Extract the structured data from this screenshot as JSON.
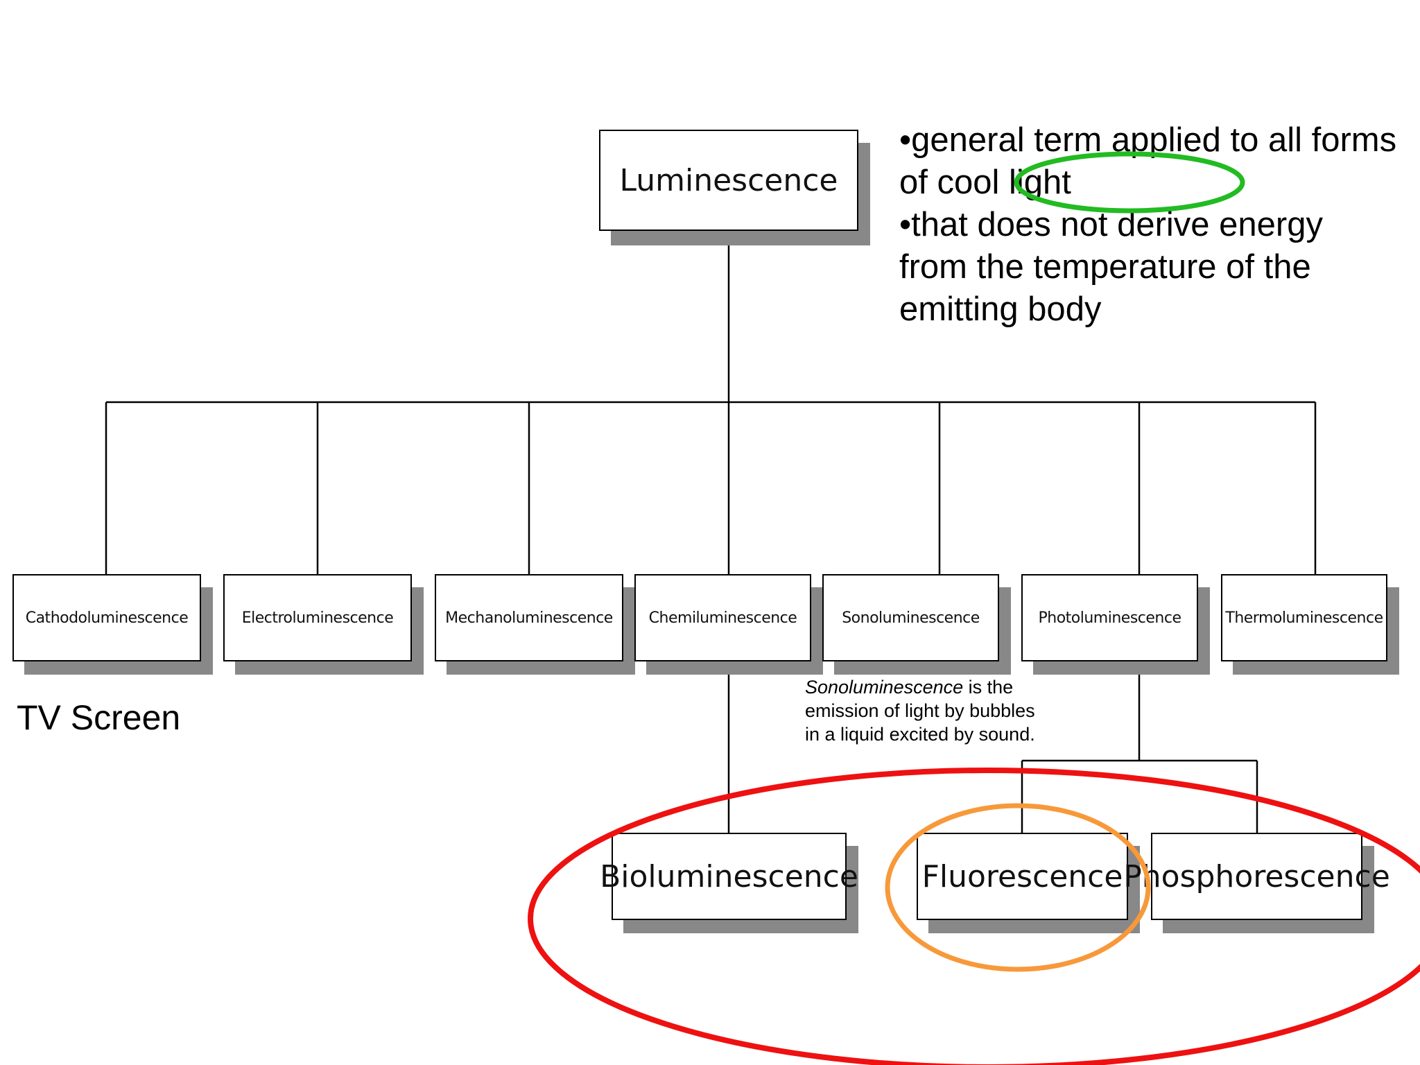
{
  "diagram": {
    "root": {
      "label": "Luminescence"
    },
    "categories": [
      "Cathodoluminescence",
      "Electroluminescence",
      "Mechanoluminescence",
      "Chemiluminescence",
      "Sonoluminescence",
      "Photoluminescence",
      "Thermoluminescence"
    ],
    "sub": {
      "bioluminescence": "Bioluminescence",
      "fluorescence": "Fluorescence",
      "phosphorescence": "Phosphorescence"
    }
  },
  "definition": {
    "bullet": "•",
    "line1": "general term applied to all forms of cool light",
    "line2": "that does not derive energy from the temperature of the emitting body"
  },
  "sono_note": {
    "term": "Sonoluminescence",
    "rest": " is the emission of light by bubbles in a liquid excited by sound."
  },
  "tv_label": "TV Screen",
  "annotation_colors": {
    "green": "#22bb22",
    "orange": "#f7993a",
    "red": "#ee1111"
  }
}
